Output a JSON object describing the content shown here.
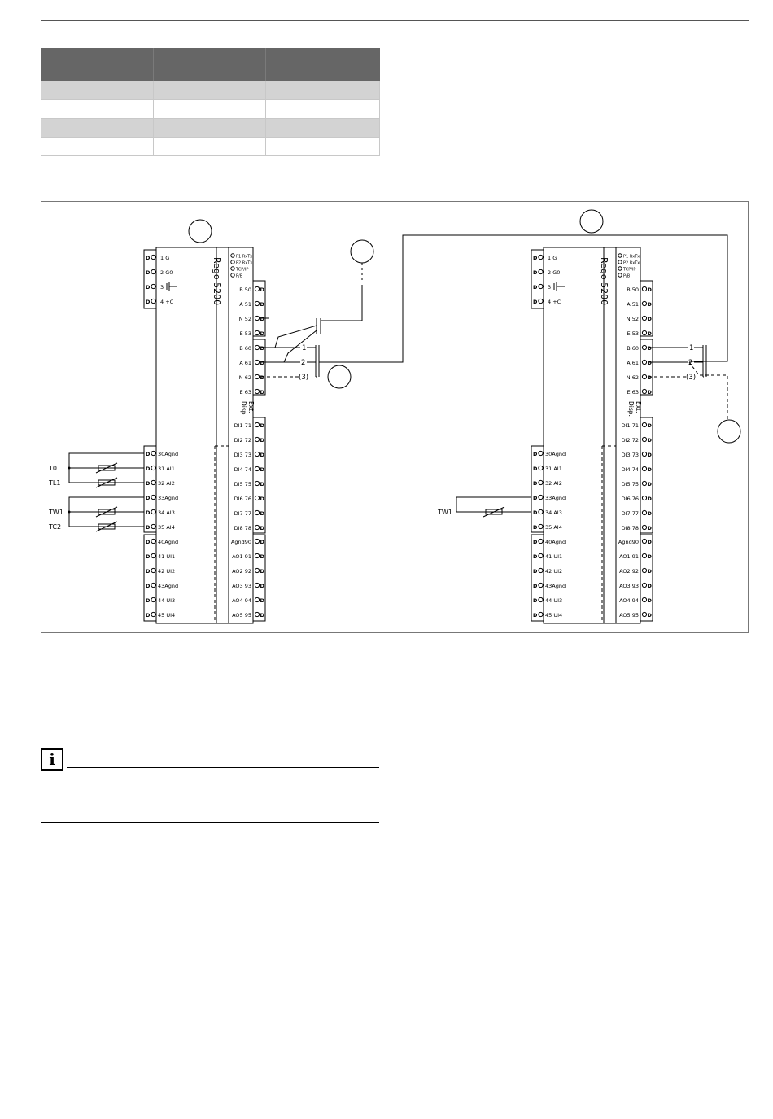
{
  "spec_table": {
    "header": [
      "",
      "",
      ""
    ],
    "rows": [
      [
        "",
        "",
        ""
      ],
      [
        "",
        "",
        ""
      ],
      [
        "",
        "",
        ""
      ],
      [
        "",
        "",
        ""
      ]
    ]
  },
  "diagram": {
    "controller_label": "Rego 5200",
    "status_leds": [
      "P1 RxTx",
      "P2 RxTx",
      "TCP/IP",
      "P/B"
    ],
    "power_terminals": [
      "1  G",
      "2  G0",
      "3",
      "4  +C"
    ],
    "comm_terminals": [
      "B  50",
      "A  51",
      "N  52",
      "E  53",
      "B  60",
      "A  61",
      "N  62",
      "E  63"
    ],
    "ext_disp_label": [
      "Ext.",
      "Disp."
    ],
    "digital_inputs": [
      "DI1  71",
      "DI2  72",
      "DI3  73",
      "DI4  74",
      "DI5  75",
      "DI6  76",
      "DI7  77",
      "DI8  78"
    ],
    "analog_outputs": [
      "Agnd90",
      "AO1 91",
      "AO2 92",
      "AO3 93",
      "AO4 94",
      "AO5 95"
    ],
    "analog_inputs": [
      "30Agnd",
      "31  AI1",
      "32  AI2",
      "33Agnd",
      "34  AI3",
      "35  AI4",
      "40Agnd",
      "41  UI1",
      "42  UI2",
      "43Agnd",
      "44  UI3",
      "45  UI4"
    ],
    "bus_wire_labels": [
      "1",
      "2",
      "(3)"
    ],
    "left_sensors": [
      "T0",
      "TL1",
      "TW1",
      "TC2"
    ],
    "right_sensors": [
      "TW1"
    ]
  },
  "info_note": {
    "icon": "info-icon",
    "glyph": "i"
  }
}
